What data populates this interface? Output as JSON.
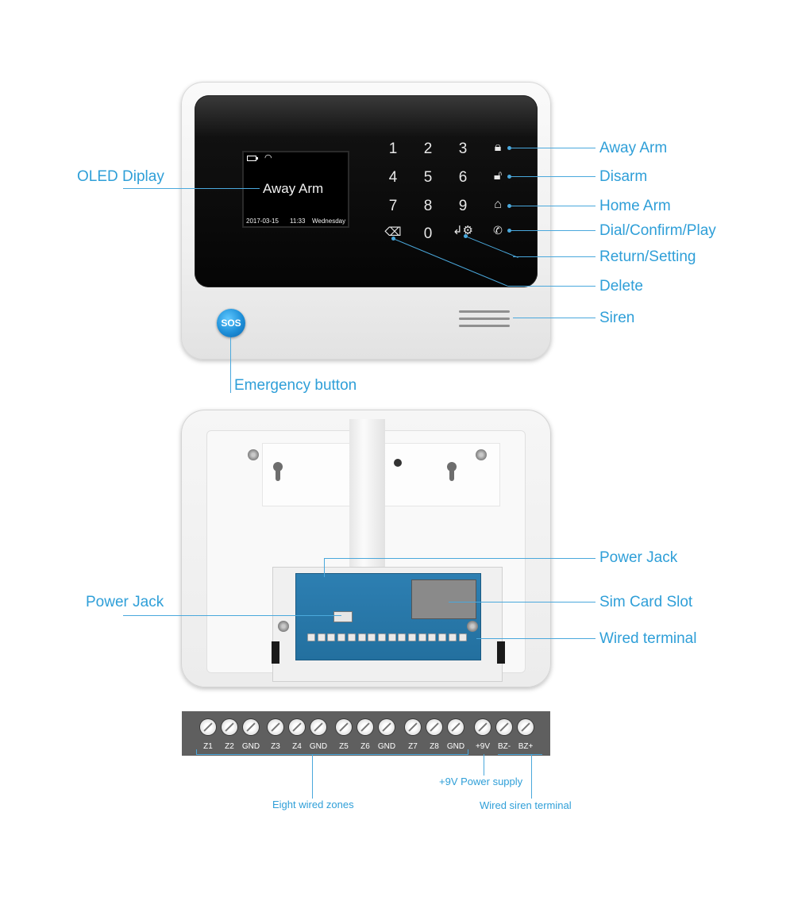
{
  "front": {
    "screen_status": "Away Arm",
    "screen_date": "2017-03-15",
    "screen_time": "11:33",
    "screen_day": "Wednesday",
    "keys": [
      "1",
      "2",
      "3",
      "4",
      "5",
      "6",
      "7",
      "8",
      "9",
      "0"
    ],
    "sos_label": "SOS"
  },
  "callouts": {
    "oled_display": "OLED Diplay",
    "away_arm": "Away Arm",
    "disarm": "Disarm",
    "home_arm": "Home Arm",
    "dial_confirm_play": "Dial/Confirm/Play",
    "return_setting": "Return/Setting",
    "delete": "Delete",
    "siren": "Siren",
    "emergency_button": "Emergency button",
    "power_jack_right": "Power Jack",
    "power_jack_left": "Power Jack",
    "sim_card_slot": "Sim Card Slot",
    "wired_terminal": "Wired terminal"
  },
  "terminal": {
    "labels": [
      "Z1",
      "Z2",
      "GND",
      "Z3",
      "Z4",
      "GND",
      "Z5",
      "Z6",
      "GND",
      "Z7",
      "Z8",
      "GND",
      "+9V",
      "BZ-",
      "BZ+"
    ],
    "eight_wired_zones": "Eight wired zones",
    "power_supply": "+9V Power supply",
    "wired_siren_terminal": "Wired siren terminal"
  },
  "colors": {
    "accent": "#2f9fd8",
    "strip": "#5f5f5f",
    "pcb": "#2d7fb2"
  }
}
